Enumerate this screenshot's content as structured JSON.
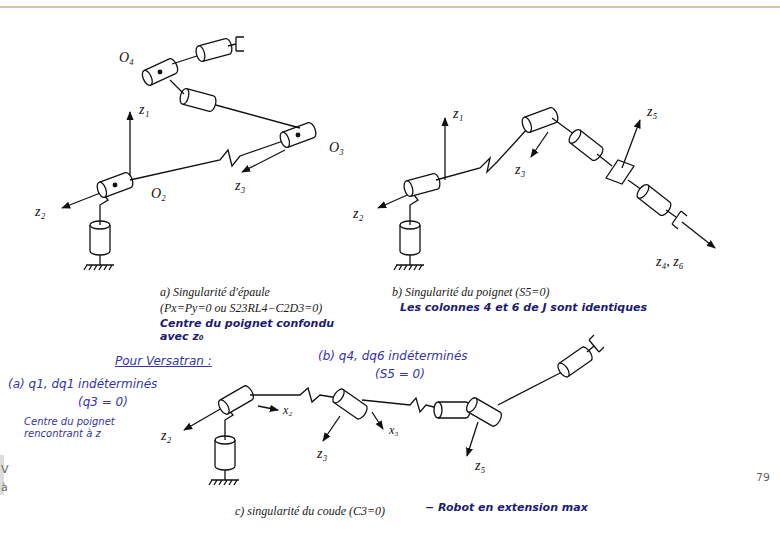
{
  "diagram": {
    "labels": [
      "O₄",
      "z₁",
      "O₂",
      "O₃",
      "z₃",
      "z₂",
      "a) Singularité d'épaule",
      "(Px=Py=0 ou S23RL4−C2D3=0)",
      "Centre du poignet confondu avec z₀",
      "z₁",
      "z₃",
      "z₂",
      "z₅",
      "z₄, z₆",
      "b) Singularité du poignet (S5=0)",
      "Les colonnes 4 et 6 de J sont identiques",
      "Pour Versatran :",
      "(a) q1, dq1 indéterminés",
      "(q3 = 0)",
      "Centre du poignet rencontrant à z",
      "(b) q4, dq6 indéterminés",
      "(S5 = 0)",
      "z₂",
      "x₂",
      "z₃",
      "x₃",
      "z₅",
      "c) singularité du coude (C3=0)",
      "− Robot en extension max",
      "79",
      "V",
      "à"
    ]
  }
}
